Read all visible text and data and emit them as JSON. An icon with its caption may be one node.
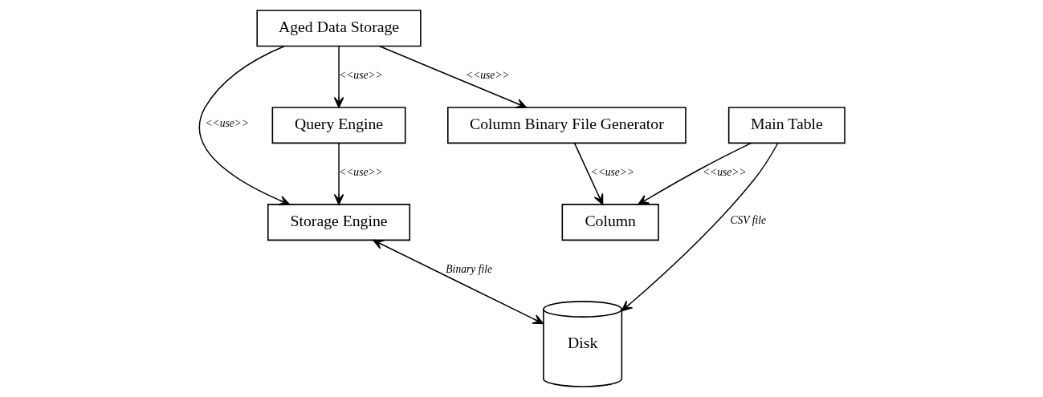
{
  "diagram": {
    "nodes": [
      {
        "text": [
          "Aged Data Storage"
        ]
      },
      {
        "text": [
          "Column Binary File Generator"
        ]
      },
      {
        "text": [
          "Main Table"
        ]
      },
      {
        "text": [
          "Storage Engine"
        ]
      },
      {
        "text": [
          "Column"
        ]
      },
      {
        "text": [
          "Disk"
        ]
      },
      {
        "text": [
          "Query Engine"
        ]
      }
    ],
    "edges": [
      {
        "from": 0,
        "to": 1,
        "arrow": "to",
        "label": "<<use>>"
      },
      {
        "from": 0,
        "to": 3,
        "arrow": "to",
        "label": "<<use>>"
      },
      {
        "from": 0,
        "to": 6,
        "arrow": "to",
        "label": "<<use>>"
      },
      {
        "from": 6,
        "to": 3,
        "arrow": "to",
        "label": "<<use>>"
      },
      {
        "from": 1,
        "to": 4,
        "arrow": "to",
        "label": "<<use>>"
      },
      {
        "from": 2,
        "to": 4,
        "arrow": "to",
        "label": "<<use>>"
      },
      {
        "from": 2,
        "to": 5,
        "arrow": "to",
        "label": "CSV file"
      },
      {
        "from": 3,
        "to": 5,
        "arrow": "both",
        "label": "Binary file"
      }
    ]
  }
}
